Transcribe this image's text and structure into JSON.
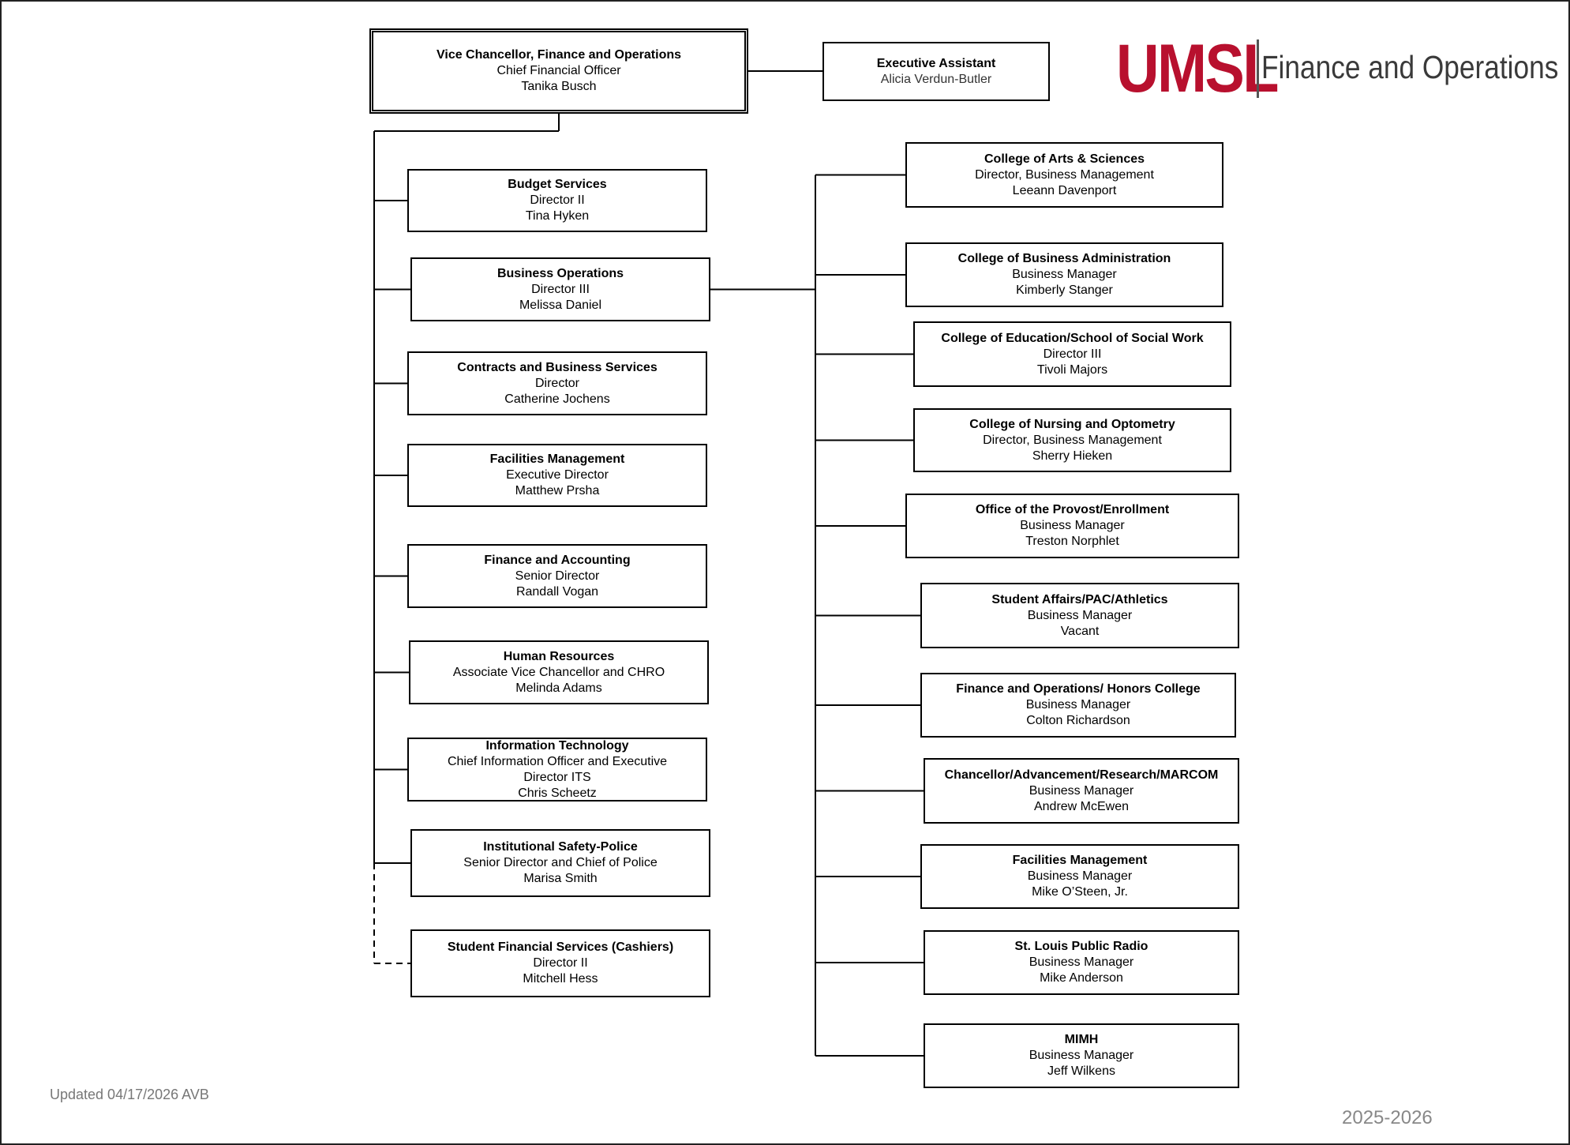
{
  "header": {
    "brand": "UMSL",
    "department": "Finance and Operations",
    "brand_color": "#b8102e"
  },
  "head": {
    "title": "Vice Chancellor, Finance and Operations",
    "role": "Chief Financial Officer",
    "name": "Tanika Busch"
  },
  "assistant": {
    "title": "Executive Assistant",
    "name": "Alicia Verdun-Butler"
  },
  "left_units": [
    {
      "title": "Budget Services",
      "lines": [
        "Director II",
        "Tina Hyken"
      ]
    },
    {
      "title": "Business Operations",
      "lines": [
        "Director III",
        "Melissa Daniel"
      ]
    },
    {
      "title": "Contracts and Business Services",
      "lines": [
        "Director",
        "Catherine Jochens"
      ]
    },
    {
      "title": "Facilities Management",
      "lines": [
        "Executive Director",
        "Matthew Prsha"
      ]
    },
    {
      "title": "Finance and Accounting",
      "lines": [
        "Senior Director",
        "Randall Vogan"
      ]
    },
    {
      "title": "Human Resources",
      "lines": [
        "Associate Vice Chancellor and CHRO",
        "Melinda Adams"
      ]
    },
    {
      "title": "Information Technology",
      "lines": [
        "Chief Information Officer and Executive",
        "Director ITS",
        "Chris Scheetz"
      ]
    },
    {
      "title": "Institutional Safety-Police",
      "lines": [
        "Senior Director and Chief of Police",
        "Marisa Smith"
      ]
    },
    {
      "title": "Student Financial Services (Cashiers)",
      "lines": [
        "Director II",
        "Mitchell Hess"
      ]
    }
  ],
  "right_units": [
    {
      "title": "College of Arts & Sciences",
      "lines": [
        "Director, Business Management",
        "Leeann Davenport"
      ]
    },
    {
      "title": "College of Business Administration",
      "lines": [
        "Business Manager",
        "Kimberly Stanger"
      ]
    },
    {
      "title": "College of Education/School of Social Work",
      "lines": [
        "Director III",
        "Tivoli Majors"
      ]
    },
    {
      "title": "College of Nursing and Optometry",
      "lines": [
        "Director, Business Management",
        "Sherry Hieken"
      ]
    },
    {
      "title": "Office of the Provost/Enrollment",
      "lines": [
        "Business Manager",
        "Treston Norphlet"
      ]
    },
    {
      "title": "Student Affairs/PAC/Athletics",
      "lines": [
        "Business Manager",
        "Vacant"
      ]
    },
    {
      "title": "Finance and Operations/ Honors College",
      "lines": [
        "Business Manager",
        "Colton Richardson"
      ]
    },
    {
      "title": "Chancellor/Advancement/Research/MARCOM",
      "lines": [
        "Business Manager",
        "Andrew McEwen"
      ]
    },
    {
      "title": "Facilities Management",
      "lines": [
        "Business Manager",
        "Mike O’Steen, Jr."
      ]
    },
    {
      "title": "St. Louis Public Radio",
      "lines": [
        "Business Manager",
        "Mike Anderson"
      ]
    },
    {
      "title": "MIMH",
      "lines": [
        "Business Manager",
        "Jeff Wilkens"
      ]
    }
  ],
  "footer": {
    "updated": "Updated 04/17/2026 AVB",
    "year": "2025-2026"
  }
}
